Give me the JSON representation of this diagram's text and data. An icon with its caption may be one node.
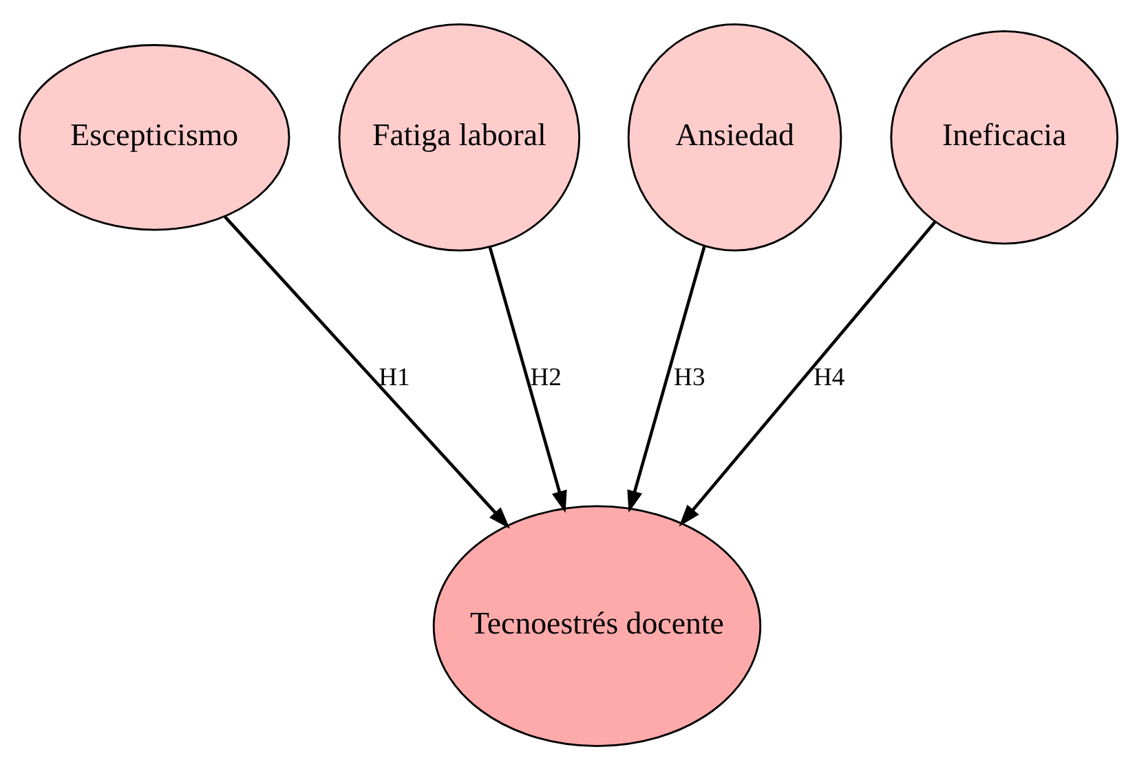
{
  "diagram": {
    "nodes": [
      {
        "text": [
          "Escepticismo"
        ]
      },
      {
        "text": [
          "Fatiga laboral"
        ]
      },
      {
        "text": [
          "Ansiedad"
        ]
      },
      {
        "text": [
          "Ineficacia"
        ]
      },
      {
        "text": [
          "Tecnoestrés docente"
        ]
      }
    ],
    "edges": [
      {
        "from": 0,
        "to": 4,
        "arrow": "to",
        "label": "H1"
      },
      {
        "from": 1,
        "to": 4,
        "arrow": "to",
        "label": "H2"
      },
      {
        "from": 2,
        "to": 4,
        "arrow": "to",
        "label": "H3"
      },
      {
        "from": 3,
        "to": 4,
        "arrow": "to",
        "label": "H4"
      }
    ]
  }
}
